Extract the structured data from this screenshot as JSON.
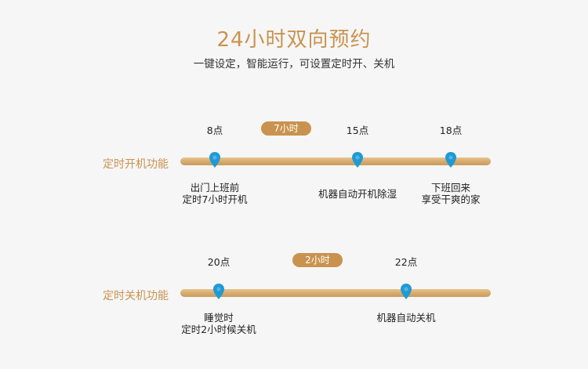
{
  "header": {
    "title": "24小时双向预约",
    "subtitle": "一键设定，智能运行，可设置定时开、关机"
  },
  "colors": {
    "accent": "#c9934f",
    "pin": "#1e9ad6",
    "text": "#222222"
  },
  "on_timer": {
    "label": "定时开机功能",
    "ticks": [
      "8点",
      "15点",
      "18点"
    ],
    "duration_badge": "7小时",
    "captions": [
      [
        "出门上班前",
        "定时7小时开机"
      ],
      [
        "机器自动开机除湿"
      ],
      [
        "下班回来",
        "享受干爽的家"
      ]
    ]
  },
  "off_timer": {
    "label": "定时关机功能",
    "ticks": [
      "20点",
      "22点"
    ],
    "duration_badge": "2小时",
    "captions": [
      [
        "睡觉时",
        "定时2小时候关机"
      ],
      [
        "机器自动关机"
      ]
    ]
  }
}
